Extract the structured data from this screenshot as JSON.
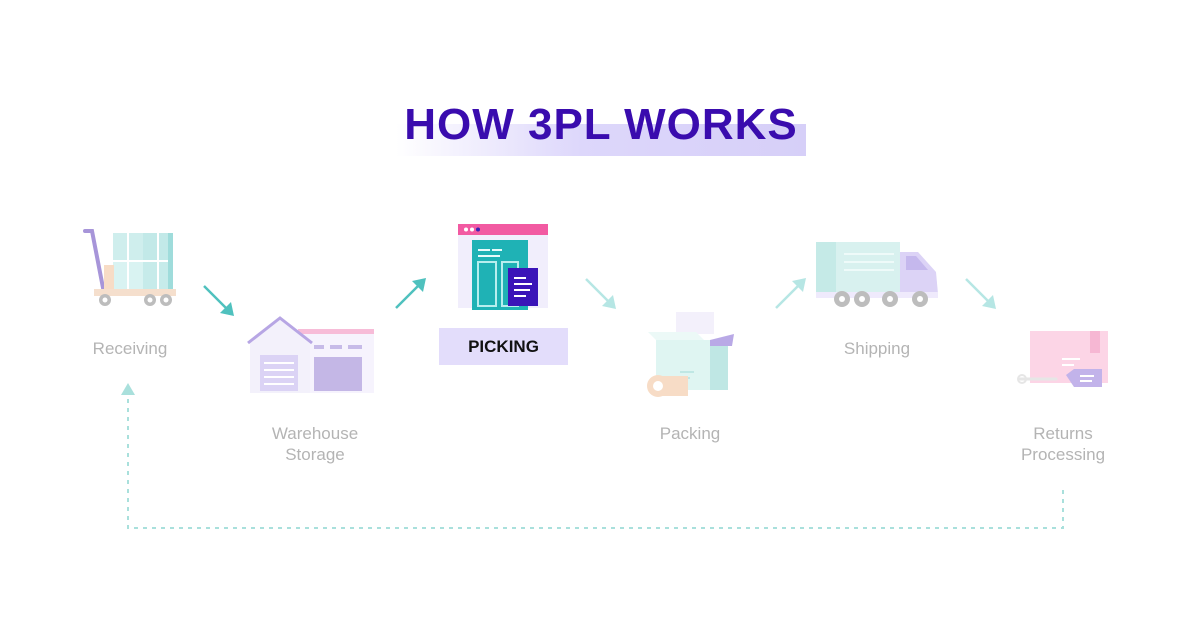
{
  "title": "HOW 3PL WORKS",
  "steps": [
    {
      "label": "Receiving",
      "icon": "hand-truck-icon",
      "active": false
    },
    {
      "label": "Warehouse Storage",
      "line1": "Warehouse",
      "line2": "Storage",
      "icon": "warehouse-icon",
      "active": false
    },
    {
      "label": "PICKING",
      "icon": "picking-screen-icon",
      "active": true
    },
    {
      "label": "Packing",
      "icon": "packing-box-icon",
      "active": false
    },
    {
      "label": "Shipping",
      "icon": "truck-icon",
      "active": false
    },
    {
      "label": "Returns Processing",
      "line1": "Returns",
      "line2": "Processing",
      "icon": "returns-box-icon",
      "active": false
    }
  ],
  "colors": {
    "title": "#3a0cae",
    "title_highlight": "#ddd7fb",
    "active_box": "#e3ddfb",
    "arrow_active": "#4fc1be",
    "arrow_faded": "#b6e6e4",
    "loop_line": "#a9e0dc",
    "label": "#b4b4b4"
  }
}
